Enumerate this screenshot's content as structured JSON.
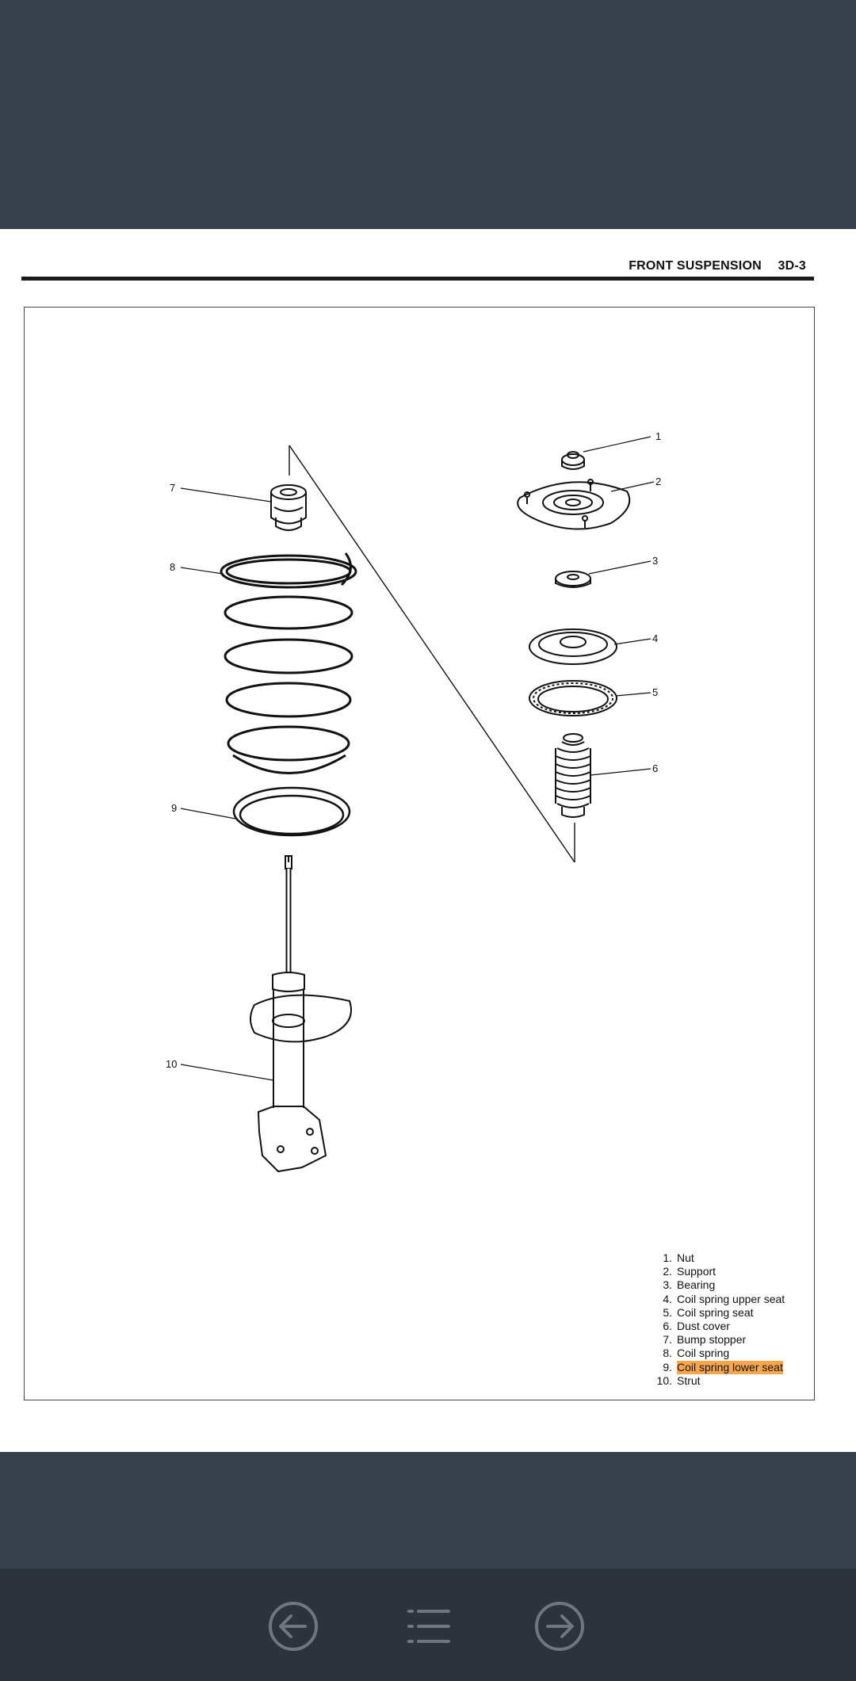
{
  "header": {
    "section": "FRONT SUSPENSION",
    "page": "3D-3"
  },
  "callouts": [
    "1",
    "2",
    "3",
    "4",
    "5",
    "6",
    "7",
    "8",
    "9",
    "10"
  ],
  "legend": [
    {
      "num": "1.",
      "label": "Nut"
    },
    {
      "num": "2.",
      "label": "Support"
    },
    {
      "num": "3.",
      "label": "Bearing"
    },
    {
      "num": "4.",
      "label": "Coil spring upper seat"
    },
    {
      "num": "5.",
      "label": "Coil spring seat"
    },
    {
      "num": "6.",
      "label": "Dust cover"
    },
    {
      "num": "7.",
      "label": "Bump stopper"
    },
    {
      "num": "8.",
      "label": "Coil spring"
    },
    {
      "num": "9.",
      "label": "Coil spring lower seat",
      "highlighted": true
    },
    {
      "num": "10.",
      "label": "Strut"
    }
  ],
  "colors": {
    "background": "#37414c",
    "nav_bar": "#2d333c",
    "highlight": "#f7a74a"
  },
  "nav": {
    "prev_icon": "arrow-left-circle-icon",
    "toc_icon": "list-icon",
    "next_icon": "arrow-right-circle-icon"
  }
}
